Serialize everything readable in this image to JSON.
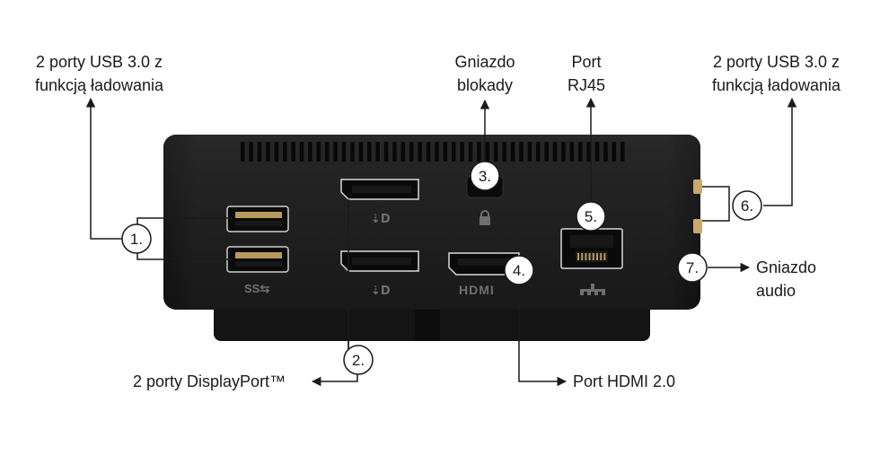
{
  "labels": {
    "usb_left": {
      "line1": "2 porty USB 3.0 z",
      "line2": "funkcją ładowania"
    },
    "lock": {
      "line1": "Gniazdo",
      "line2": "blokady"
    },
    "rj45": {
      "line1": "Port",
      "line2": "RJ45"
    },
    "usb_right": {
      "line1": "2 porty USB 3.0 z",
      "line2": "funkcją ładowania"
    },
    "audio": {
      "line1": "Gniazdo",
      "line2": "audio"
    },
    "displayport": "2 porty DisplayPort™",
    "hdmi": "Port HDMI 2.0"
  },
  "callouts": [
    "1.",
    "2.",
    "3.",
    "4.",
    "5.",
    "6.",
    "7."
  ],
  "device_markings": {
    "usb_logo": "SS⇆",
    "dp_icon": "⇣D",
    "hdmi_logo": "HDMI",
    "lock_icon": "lock-icon",
    "network_icon": "network-icon"
  },
  "colors": {
    "device_body": "#1c1c1c",
    "device_base": "#141414",
    "port_gold": "#b89a5a",
    "port_outline": "#d9d9d9",
    "marking": "#6f6f6f",
    "line": "#1a1a1a",
    "callout_fill": "#ffffff"
  }
}
